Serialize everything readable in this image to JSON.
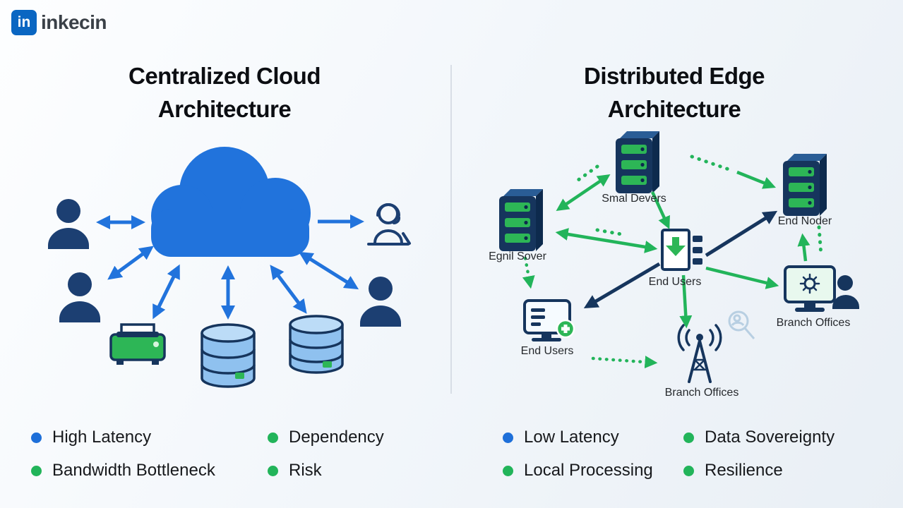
{
  "brand": {
    "logo_box": "in",
    "logo_text": "inkecin"
  },
  "left_panel": {
    "title_line1": "Centralized Cloud",
    "title_line2": "Architecture",
    "legend": [
      {
        "label": "High Latency",
        "color": "#1e6fd9"
      },
      {
        "label": "Dependency",
        "color": "#22b45a"
      },
      {
        "label": "Bandwidth Bottleneck",
        "color": "#22b45a"
      },
      {
        "label": "Risk",
        "color": "#22b45a"
      }
    ]
  },
  "right_panel": {
    "title_line1": "Distributed Edge",
    "title_line2": "Architecture",
    "nodes": {
      "small_devices": "Smal Devers",
      "edge_server": "Egnil Sover",
      "end_nodes": "End Noder",
      "end_users_center": "End Users",
      "end_users_left": "End Users",
      "branch_offices_bottom": "Branch Offices",
      "branch_offices_right": "Branch Offices"
    },
    "legend": [
      {
        "label": "Low Latency",
        "color": "#1e6fd9"
      },
      {
        "label": "Data Sovereignty",
        "color": "#22b45a"
      },
      {
        "label": "Local Processing",
        "color": "#22b45a"
      },
      {
        "label": "Resilience",
        "color": "#22b45a"
      }
    ]
  },
  "colors": {
    "cloud_blue": "#2173dc",
    "navy": "#16355d",
    "green": "#22b45a",
    "arrow_blue": "#2173dc"
  }
}
